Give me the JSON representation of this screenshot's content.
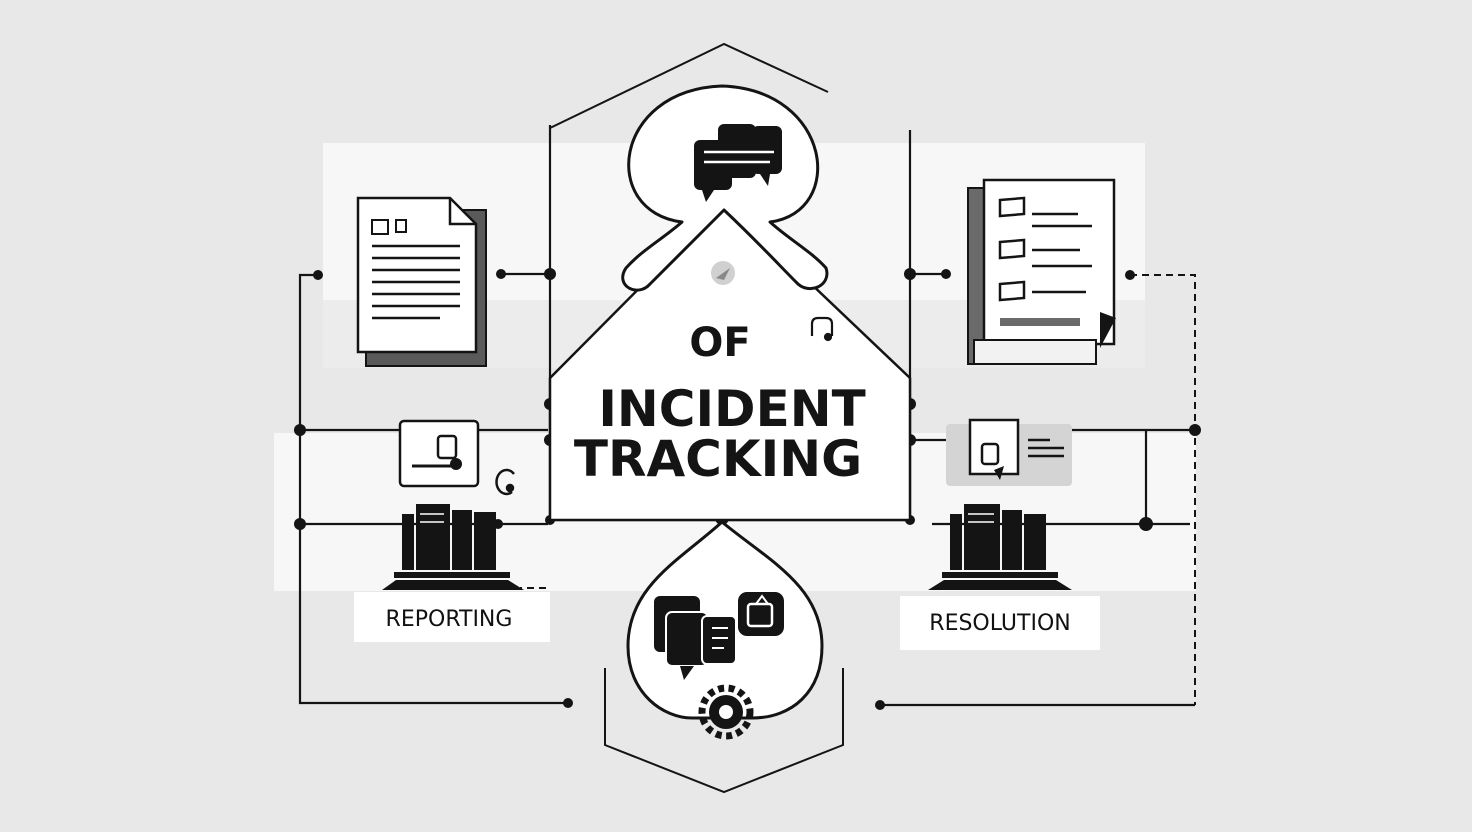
{
  "diagram": {
    "title_line1": "OF",
    "title_line2": "INCIDENT",
    "title_line3": "TRACKING",
    "left_label": "REPORTING",
    "right_label": "RESOLUTION"
  },
  "colors": {
    "background": "#e8e8e8",
    "panel": "#f7f7f7",
    "ink": "#141414",
    "accent_gray": "#5a5a5a"
  },
  "icons": [
    "document-icon",
    "chat-bubbles-icon",
    "checklist-book-icon",
    "monitor-icon",
    "card-icon",
    "server-icon",
    "chat-app-icon",
    "gear-icon"
  ]
}
